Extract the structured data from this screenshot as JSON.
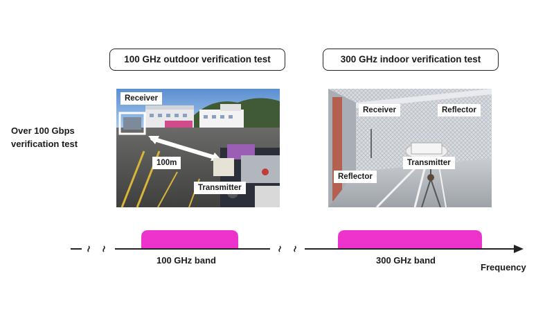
{
  "side_label": {
    "line1": "Over 100 Gbps",
    "line2": "verification test"
  },
  "outdoor": {
    "title": "100 GHz outdoor verification test",
    "labels": {
      "receiver": "Receiver",
      "distance": "100m",
      "transmitter": "Transmitter"
    }
  },
  "indoor": {
    "title": "300 GHz indoor verification test",
    "labels": {
      "receiver": "Receiver",
      "reflector_top": "Reflector",
      "transmitter": "Transmitter",
      "reflector_left": "Reflector"
    }
  },
  "axis": {
    "band1_label": "100 GHz band",
    "band2_label": "300 GHz band",
    "axis_label": "Frequency",
    "band_color": "#ee33cc"
  }
}
